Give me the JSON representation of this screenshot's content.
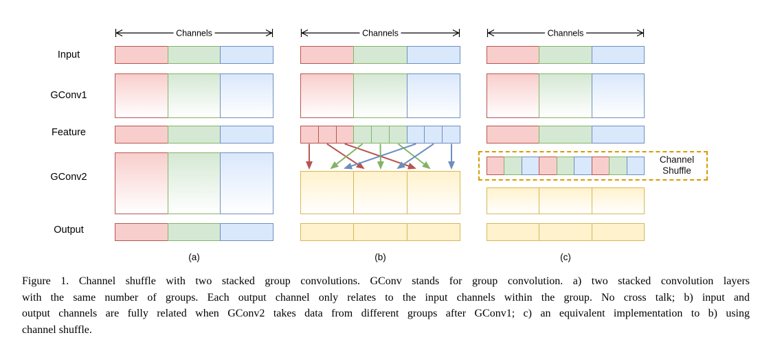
{
  "diagram": {
    "channels_label": "Channels",
    "row_labels": [
      "Input",
      "GConv1",
      "Feature",
      "GConv2",
      "Output"
    ],
    "palette": {
      "red": {
        "fill": "#F8CECC",
        "stroke": "#B85450"
      },
      "green": {
        "fill": "#D5E8D4",
        "stroke": "#82B366"
      },
      "blue": {
        "fill": "#DAE8FC",
        "stroke": "#6C8EBF"
      },
      "yellow": {
        "fill": "#FFF2CC",
        "stroke": "#D6B656"
      }
    },
    "dashed_box_color": "#D79B00",
    "panels": [
      {
        "label": "(a)",
        "rows": {
          "input": [
            "red",
            "green",
            "blue"
          ],
          "gconv1": [
            "red",
            "green",
            "blue"
          ],
          "feature": [
            "red",
            "green",
            "blue"
          ],
          "gconv2": [
            "red",
            "green",
            "blue"
          ],
          "output": [
            "red",
            "green",
            "blue"
          ]
        }
      },
      {
        "label": "(b)",
        "rows": {
          "input": [
            "red",
            "green",
            "blue"
          ],
          "gconv1": [
            "red",
            "green",
            "blue"
          ],
          "feature": [
            "red",
            "red",
            "red",
            "green",
            "green",
            "green",
            "blue",
            "blue",
            "blue"
          ],
          "gconv2": [
            "yellow",
            "yellow",
            "yellow"
          ],
          "output": [
            "yellow",
            "yellow",
            "yellow"
          ]
        },
        "arrows": {
          "slot_x": [
            13,
            45,
            65,
            92,
            117,
            142,
            167,
            188,
            220
          ],
          "links": [
            {
              "from": 0,
              "to": 0,
              "color": "red"
            },
            {
              "from": 1,
              "to": 3,
              "color": "red"
            },
            {
              "from": 2,
              "to": 6,
              "color": "red"
            },
            {
              "from": 3,
              "to": 1,
              "color": "green"
            },
            {
              "from": 4,
              "to": 4,
              "color": "green"
            },
            {
              "from": 5,
              "to": 7,
              "color": "green"
            },
            {
              "from": 6,
              "to": 2,
              "color": "blue"
            },
            {
              "from": 7,
              "to": 5,
              "color": "blue"
            },
            {
              "from": 8,
              "to": 8,
              "color": "blue"
            }
          ]
        }
      },
      {
        "label": "(c)",
        "rows": {
          "input": [
            "red",
            "green",
            "blue"
          ],
          "gconv1": [
            "red",
            "green",
            "blue"
          ],
          "feature": [
            "red",
            "green",
            "blue"
          ],
          "gconv2": [
            "yellow",
            "yellow",
            "yellow"
          ],
          "output": [
            "yellow",
            "yellow",
            "yellow"
          ]
        },
        "shuffle_box": {
          "segments": [
            "red",
            "green",
            "blue",
            "red",
            "green",
            "blue",
            "red",
            "green",
            "blue"
          ],
          "label_lines": [
            "Channel",
            "Shuffle"
          ]
        }
      }
    ]
  },
  "caption": {
    "lines": [
      "Figure 1. Channel shuffle with two stacked group convolutions. GConv stands for group convolution. a) two stacked convolution layers",
      "with the same number of groups. Each output channel only relates to the input channels within the group. No cross talk; b) input and",
      "output channels are fully related when GConv2 takes data from different groups after GConv1; c) an equivalent implementation to b) using",
      "channel shuffle."
    ]
  }
}
